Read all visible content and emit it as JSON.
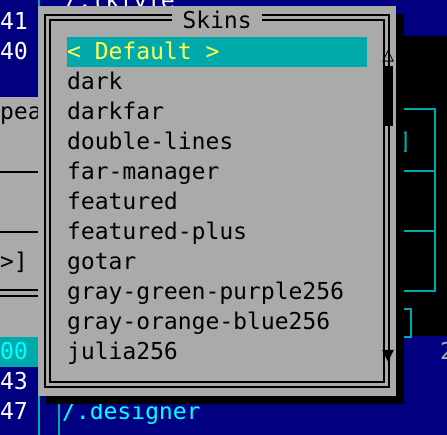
{
  "background": {
    "left_lines": [
      "41",
      "40",
      "pea",
      "",
      ">]",
      "",
      "00",
      "43",
      "47"
    ],
    "path_text": "/.designer",
    "top_path_fragment": "/.tkfyfe",
    "right_bracket": "]",
    "right_fragment": "2"
  },
  "dialog": {
    "title": "Skins",
    "items": [
      {
        "label": "< Default >",
        "selected": true
      },
      {
        "label": "dark",
        "selected": false
      },
      {
        "label": "darkfar",
        "selected": false
      },
      {
        "label": "double-lines",
        "selected": false
      },
      {
        "label": "far-manager",
        "selected": false
      },
      {
        "label": "featured",
        "selected": false
      },
      {
        "label": "featured-plus",
        "selected": false
      },
      {
        "label": "gotar",
        "selected": false
      },
      {
        "label": "gray-green-purple256",
        "selected": false
      },
      {
        "label": "gray-orange-blue256",
        "selected": false
      },
      {
        "label": "julia256",
        "selected": false
      }
    ],
    "scroll_up_glyph": "△",
    "scroll_down_glyph": "▼",
    "scroll_position": 0.0
  },
  "colors": {
    "panel_bg": "#000080",
    "dialog_bg": "#aaaaaa",
    "selection_bg": "#00aaaa",
    "selection_fg": "#ffff55",
    "accent_cyan": "#00ffff"
  }
}
